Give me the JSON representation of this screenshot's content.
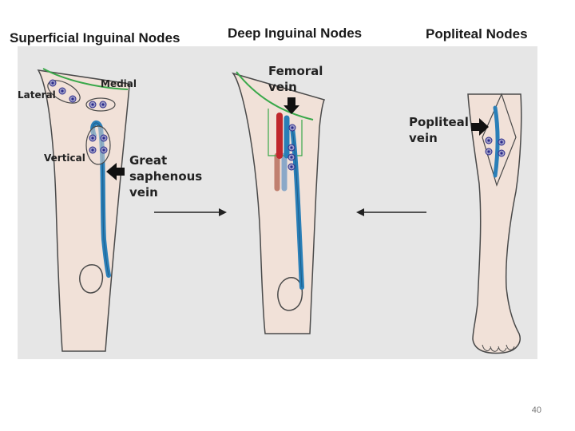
{
  "headings": {
    "superficial": "Superficial Inguinal Nodes",
    "deep": "Deep Inguinal Nodes",
    "popliteal": "Popliteal Nodes"
  },
  "labels": {
    "lateral": "Lateral",
    "medial": "Medial",
    "vertical": "Vertical",
    "great_saphenous": [
      "Great",
      "saphenous",
      "vein"
    ],
    "femoral": [
      "Femoral",
      "vein"
    ],
    "popliteal_vein": [
      "Popliteal",
      "vein"
    ]
  },
  "page_number": "40",
  "colors": {
    "skin": "#f1e1d8",
    "outline": "#4a4a4a",
    "vein": "#2a7fb8",
    "artery": "#c0272d",
    "node_fill": "#9e9ec8",
    "node_core": "#2c2c8c",
    "inguinal_line": "#3aa84a",
    "panel": "#e6e6e6"
  }
}
